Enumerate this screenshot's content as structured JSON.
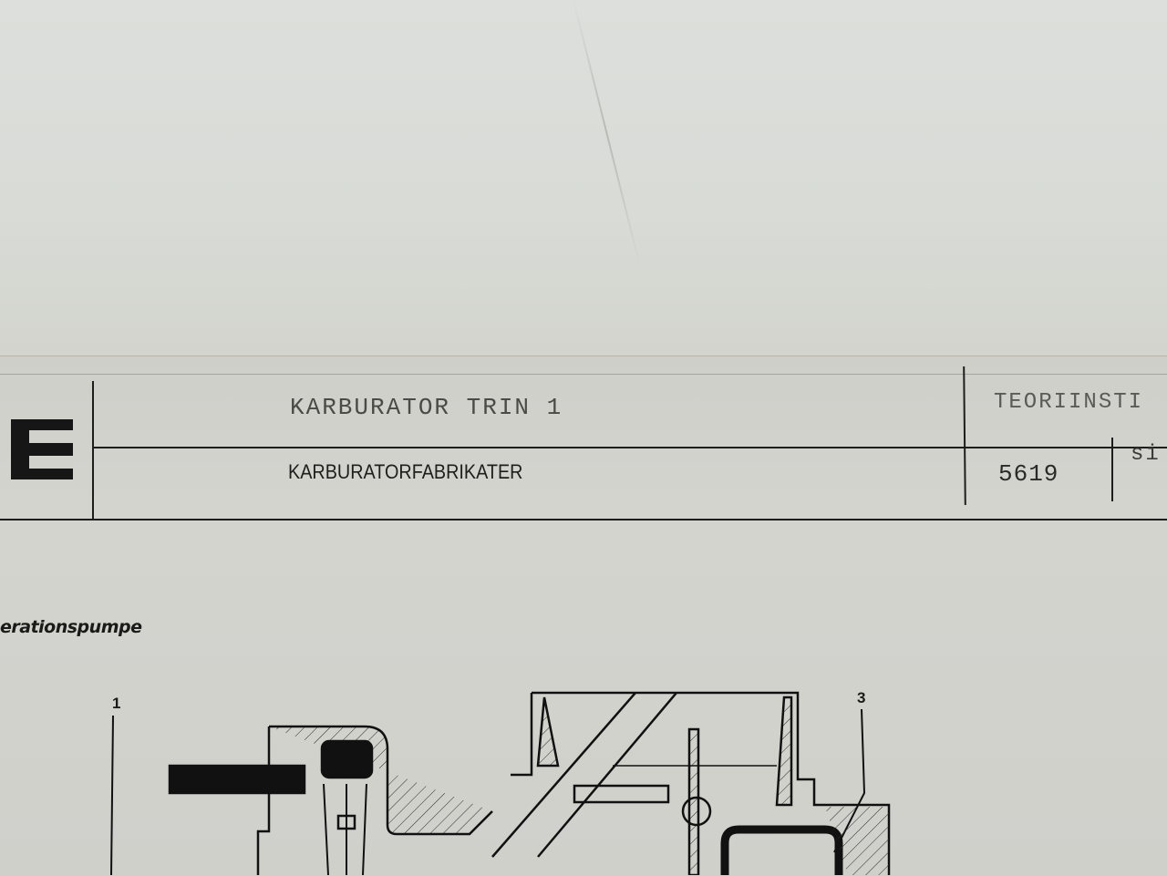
{
  "document": {
    "section_letter": "E",
    "header": {
      "title_row_1": "KARBURATOR TRIN 1",
      "title_row_2": "KARBURATORFABRIKATER",
      "right_heading_partial": "TEORIINSTI",
      "page_number": "5619",
      "right_cut_text": "si"
    },
    "section_heading_partial": "erationspumpe",
    "diagram": {
      "description": "Cross-section drawing of carburetor acceleration pump",
      "callouts": [
        "1",
        "3"
      ]
    }
  },
  "colors": {
    "background_surface": "#d9dad5",
    "paper": "#d0d0cb",
    "ink": "#1d1d1b"
  }
}
